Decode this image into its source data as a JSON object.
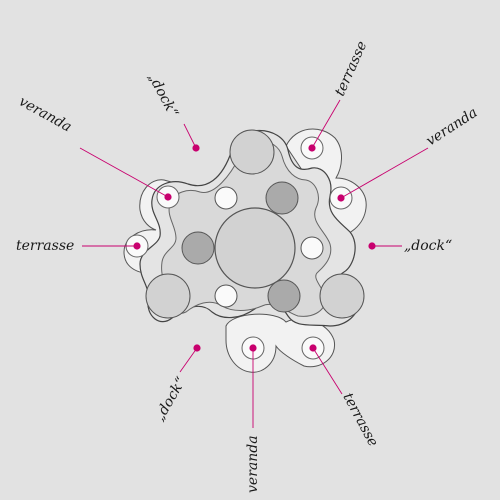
{
  "labels": {
    "terrasse_top": "terrasse",
    "veranda_top_right": "veranda",
    "dock_right": "„dock“",
    "terrasse_bottom_right": "terrasse",
    "veranda_bottom": "veranda",
    "dock_bottom_left": "„dock“",
    "terrasse_left": "terrasse",
    "veranda_top_left": "veranda",
    "dock_top": "„dock“"
  },
  "colors": {
    "background": "#e2e2e2",
    "marker": "#c8006e",
    "leader_line": "#c8006e",
    "outline": "#555555",
    "light_fill": "#f2f2f2",
    "mid_fill": "#d2d2d2",
    "dark_fill": "#aaaaaa",
    "white_fill": "#fafafa"
  }
}
